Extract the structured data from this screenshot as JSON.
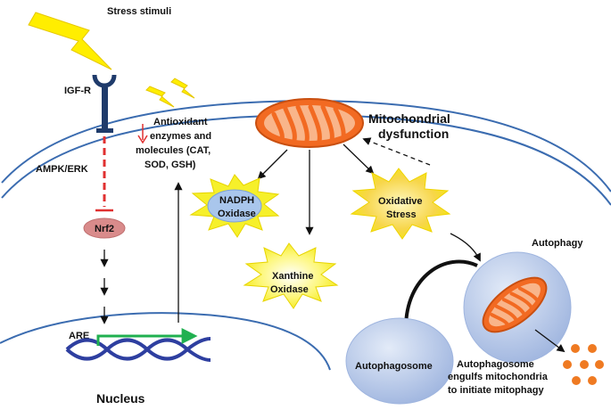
{
  "labels": {
    "stress_stimuli": "Stress stimuli",
    "igf_r": "IGF-R",
    "ampk_erk": "AMPK/ERK",
    "nrf2": "Nrf2",
    "are": "ARE",
    "nucleus": "Nucleus",
    "antioxidant": [
      "Antioxidant",
      "enzymes and",
      "molecules (CAT,",
      "SOD, GSH)"
    ],
    "mito_dysfunction": [
      "Mitochondrial",
      "dysfunction"
    ],
    "nadph_oxidase": [
      "NADPH",
      "Oxidase"
    ],
    "xanthine_oxidase": [
      "Xanthine",
      "Oxidase"
    ],
    "oxidative_stress": [
      "Oxidative",
      "Stress"
    ],
    "autophagy": "Autophagy",
    "autophagosome": "Autophagosome",
    "engulf_note": [
      "Autophagosome",
      "engulfs mitochondria",
      "to initiate mitophagy"
    ]
  },
  "colors": {
    "membrane": "#3b6cb0",
    "lightning": "#ffee00",
    "receptor": "#1f3b6b",
    "inhibit": "#e03030",
    "nrf2_fill": "#d98b8b",
    "dna": "#2e3fa0",
    "gene_arrow": "#20b050",
    "mito_outer": "#f26a22",
    "burst": "#f6f02a",
    "nadph_ellipse": "#a9c6ec",
    "vesicle": "#b7c9ea",
    "orange_dot": "#ef7a22"
  }
}
